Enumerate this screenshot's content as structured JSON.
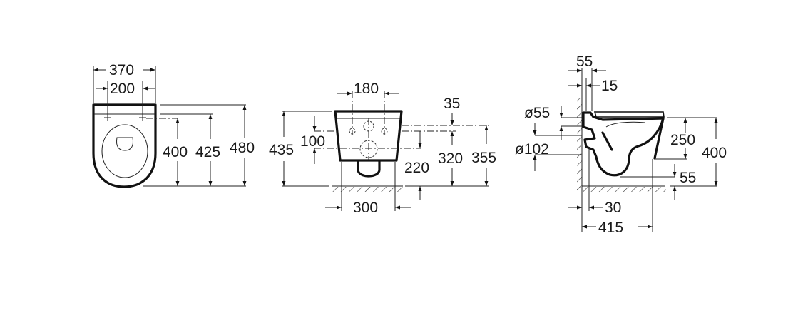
{
  "drawing": {
    "type": "technical dimension drawing",
    "subject": "wall-hung toilet",
    "units": "mm",
    "color": "#111111",
    "background": "#ffffff"
  },
  "top_view": {
    "width_overall": "370",
    "fixing_centers": "200",
    "fixing_to_front": "400",
    "seat_to_front": "425",
    "length_overall": "480"
  },
  "front_view": {
    "fixing_centers": "180",
    "height_overall": "435",
    "inlet_to_outlet": "100",
    "seat_to_inlet": "35",
    "outlet_height": "220",
    "fixing_height": "320",
    "inlet_height": "355",
    "base_width": "300"
  },
  "side_view": {
    "wall_to_rim": "55",
    "wall_gap": "15",
    "inlet_diameter": "ø55",
    "outlet_diameter": "ø102",
    "rim_to_base": "250",
    "height_overall": "400",
    "base_clearance": "55",
    "wall_to_outlet": "30",
    "projection": "415"
  }
}
